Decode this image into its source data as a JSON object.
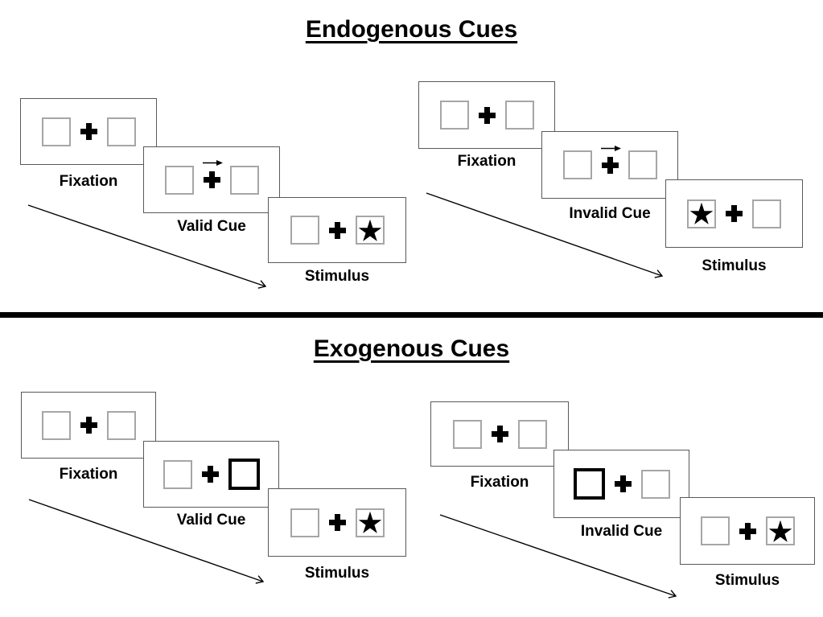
{
  "page": {
    "background": "#ffffff",
    "divider_color": "#000000"
  },
  "colors": {
    "card_border": "#595959",
    "box_border": "#a6a6a6",
    "cue_box_border": "#000000",
    "ink": "#000000"
  },
  "icons": {
    "fixation_cross": "plus-icon",
    "endogenous_cue": "arrow-right-icon",
    "exogenous_cue": "thick-box-highlight",
    "stimulus": "star-icon",
    "timeline": "diagonal-arrow-icon"
  },
  "sections": [
    {
      "title": "Endogenous Cues",
      "sequences": [
        {
          "type": "valid",
          "cue": "central-arrow-right",
          "stimulus_side": "right",
          "steps": [
            {
              "label": "Fixation"
            },
            {
              "label": "Valid Cue"
            },
            {
              "label": "Stimulus"
            }
          ]
        },
        {
          "type": "invalid",
          "cue": "central-arrow-right",
          "stimulus_side": "left",
          "steps": [
            {
              "label": "Fixation"
            },
            {
              "label": "Invalid Cue"
            },
            {
              "label": "Stimulus"
            }
          ]
        }
      ]
    },
    {
      "title": "Exogenous Cues",
      "sequences": [
        {
          "type": "valid",
          "cue": "thick-box-right",
          "stimulus_side": "right",
          "steps": [
            {
              "label": "Fixation"
            },
            {
              "label": "Valid Cue"
            },
            {
              "label": "Stimulus"
            }
          ]
        },
        {
          "type": "invalid",
          "cue": "thick-box-left",
          "stimulus_side": "right",
          "steps": [
            {
              "label": "Fixation"
            },
            {
              "label": "Invalid Cue"
            },
            {
              "label": "Stimulus"
            }
          ]
        }
      ]
    }
  ]
}
